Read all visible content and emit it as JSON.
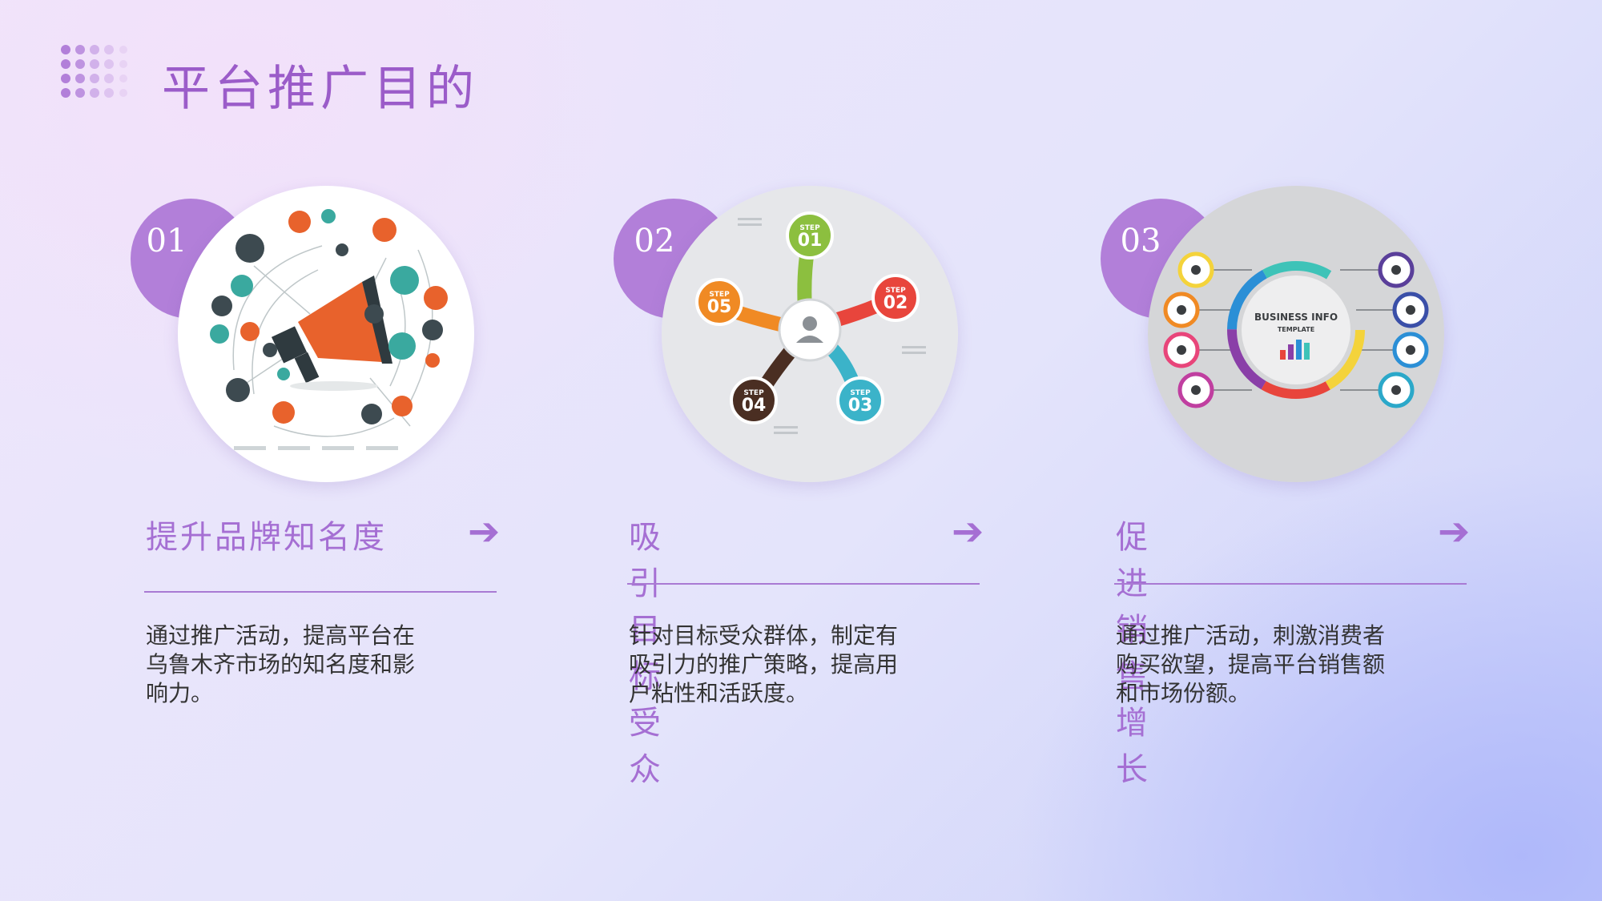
{
  "title": "平台推广目的",
  "cards": [
    {
      "number": "01",
      "heading": "提升品牌知名度",
      "arrow": "➔",
      "description": "通过推广活动，提高平台在乌鲁木齐市场的知名度和影响力。",
      "image_icon": "megaphone-social-icons-illustration"
    },
    {
      "number": "02",
      "heading": "吸引目标受众",
      "arrow": "➔",
      "description": "针对目标受众群体，制定有吸引力的推广策略，提高用户粘性和活跃度。",
      "image_icon": "five-step-infographic",
      "image_text": {
        "step_word": "STEP",
        "steps": [
          "01",
          "02",
          "03",
          "04",
          "05"
        ]
      }
    },
    {
      "number": "03",
      "heading": "促进销售增长",
      "arrow": "➔",
      "description": "通过推广活动，刺激消费者购买欲望，提高平台销售额和市场份额。",
      "image_icon": "business-info-infographic",
      "image_text": {
        "line1": "BUSINESS INFO",
        "line2": "TEMPLATE"
      }
    }
  ],
  "colors": {
    "accent": "#a56fd3",
    "number_circle": "#b27fd9",
    "title": "#9b5cc9",
    "body_text": "#333333"
  }
}
